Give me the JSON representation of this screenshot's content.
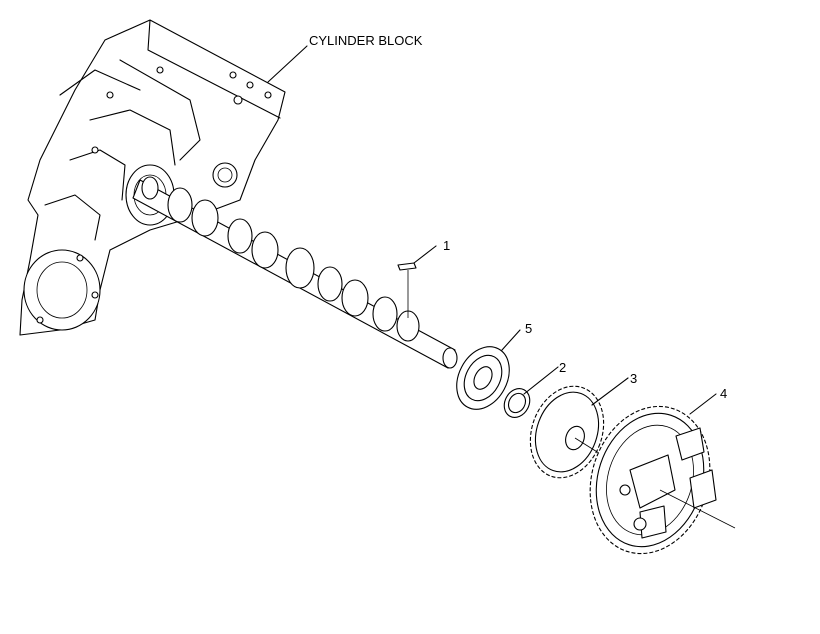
{
  "labels": {
    "cylinder_block": "CYLINDER BLOCK",
    "callout_1": "1",
    "callout_2": "2",
    "callout_3": "3",
    "callout_4": "4",
    "callout_5": "5"
  }
}
